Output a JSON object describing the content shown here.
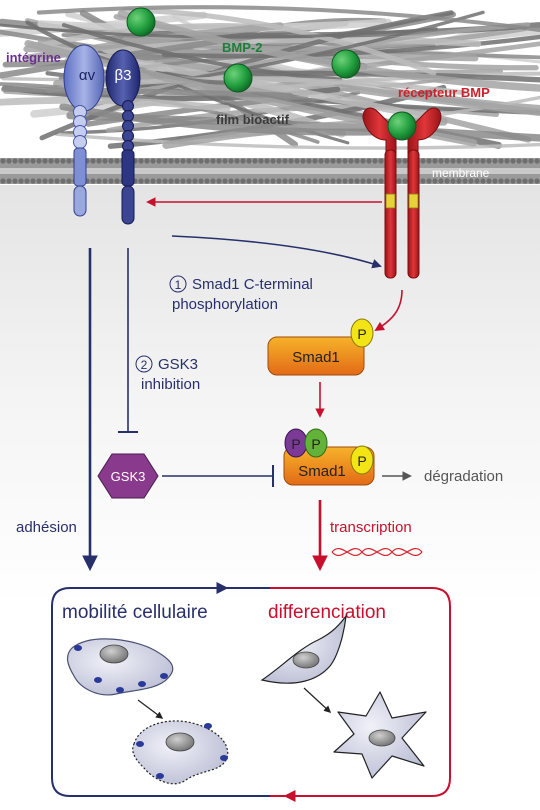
{
  "labels": {
    "integrin": "intégrine",
    "alpha_v": "αv",
    "beta3": "β3",
    "bmp2": "BMP-2",
    "receptor": "récepteur BMP",
    "bioactive_film": "film bioactif",
    "membrane": "membrane",
    "step1_number": "1",
    "step1_line1": "Smad1 C-terminal",
    "step1_line2": "phosphorylation",
    "step2_number": "2",
    "step2_line1": "GSK3",
    "step2_line2": "inhibition",
    "smad1_top": "Smad1",
    "smad1_bottom": "Smad1",
    "phospho": "P",
    "gsk3": "GSK3",
    "degradation": "dégradation",
    "adhesion": "adhésion",
    "transcription": "transcription",
    "cell_mobility": "mobilité cellulaire",
    "differentiation": "differenciation"
  },
  "colors": {
    "navy": "#27306b",
    "red": "#c8102e",
    "integrin_purple": "#6b2f8f",
    "bmp_green": "#1c7f3a",
    "receptor_red": "#cc2229",
    "smad_orange": "#ef8a1f",
    "phospho_yellow": "#f3e515",
    "gsk3_purple": "#8a3a8c"
  }
}
